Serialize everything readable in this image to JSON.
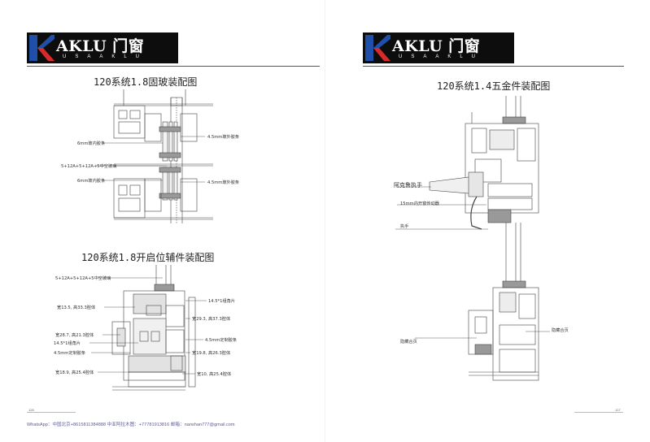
{
  "left_page": {
    "logo": {
      "brand": "AKLU 门窗",
      "sub": "USAAKLU"
    },
    "section1": {
      "title": "120系统1.8固玻装配图",
      "labels": {
        "glass_inner_strip_a": "6mm玻内胶条",
        "glass_outer_strip_a": "4.5mm玻外胶条",
        "insulated_glass": "5+12A+5+12A+5中空玻璃",
        "glass_inner_strip_b": "6mm玻内胶条",
        "glass_outer_strip_b": "4.5mm玻外胶条"
      }
    },
    "section2": {
      "title": "120系统1.8开启位辅件装配图",
      "labels": {
        "insulated_glass": "5+12A+5+12A+5中空玻璃",
        "left_cavity_1": "宽13.5, 高33.3腔体",
        "left_cavity_2": "宽28.7, 高21.3腔体",
        "left_corner": "14.5*1组角片",
        "left_strip": "4.5mm定制胶条",
        "left_cavity_3": "宽18.9, 高25.4腔体",
        "right_corner": "14.5*1组角片",
        "right_cavity_1": "宽29.3, 高37.3腔体",
        "right_strip": "4.5mm定制胶条",
        "right_cavity_2": "宽19.8, 高26.3腔体",
        "right_cavity_3": "宽10, 高25.4腔体"
      }
    },
    "page_number": "126"
  },
  "right_page": {
    "logo": {
      "brand": "AKLU 门窗",
      "sub": "USAAKLU"
    },
    "section": {
      "title": "120系统1.4五金件装配图",
      "labels": {
        "aklu_handle": "阿克鲁执手",
        "drive": "15mm内开窗传动器",
        "handle": "执手",
        "hidden_hinge_left": "隐藏合页",
        "hidden_hinge_right": "隐藏合页"
      }
    },
    "page_number": "127"
  },
  "footer": {
    "contact": "WhatsApp：中国北京+8615811384888 中亚阿拉木图：+77781913816 邮箱：nanshan777@gmail.com"
  },
  "colors": {
    "logo_bg": "#0d0d0d",
    "logo_blue": "#1f4fa8",
    "logo_red": "#d82a2a",
    "footer_text": "#5a5aa0"
  }
}
